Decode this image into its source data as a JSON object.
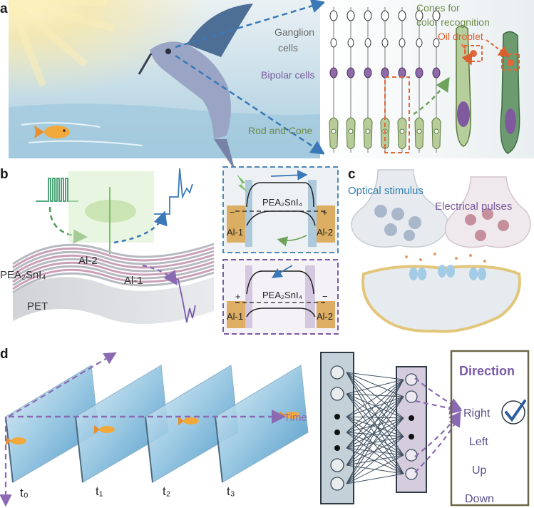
{
  "panels": {
    "a": {
      "letter": "a",
      "labels": {
        "ganglion_line1": "Ganglion",
        "ganglion_line2": "cells",
        "bipolar": "Bipolar cells",
        "rod_cone": "Rod and Cone",
        "cones_line1": "Cones for",
        "cones_line2": "color recognition",
        "oil_droplet": "Oil droplet"
      }
    },
    "b": {
      "letter": "b",
      "labels": {
        "material": "PEA₂SnI₄",
        "electrode_left": "Al-2",
        "electrode_right": "Al-1",
        "substrate": "PET",
        "band_top_material": "PEA₂SnI₄",
        "band_top_left": "Al-1",
        "band_top_right": "Al-2",
        "band_bottom_material": "PEA₂SnI₄",
        "band_bottom_left": "Al-1",
        "band_bottom_right": "Al-2",
        "sign_minus": "−",
        "sign_plus": "+"
      }
    },
    "c": {
      "letter": "c",
      "labels": {
        "optical": "Optical stimulus",
        "electrical": "Electrical pulses"
      }
    },
    "d": {
      "letter": "d",
      "labels": {
        "time": "Time",
        "t0": "t₀",
        "t1": "t₁",
        "t2": "t₂",
        "t3": "t₃",
        "direction_title": "Direction",
        "right": "Right",
        "left": "Left",
        "up": "Up",
        "down": "Down"
      }
    }
  },
  "colors": {
    "label_gray": "#6b6b6b",
    "label_purple": "#7a5a9c",
    "label_green": "#6d8a4c",
    "label_orange": "#d9602e",
    "label_blue": "#2f7fb1",
    "accent_purple": "#7a5aa6",
    "box_border": "#6e6747"
  },
  "icons": {
    "check": "check-circle-icon",
    "sun": "sun-icon",
    "bird": "hummingbird-icon",
    "fish": "fish-icon"
  }
}
